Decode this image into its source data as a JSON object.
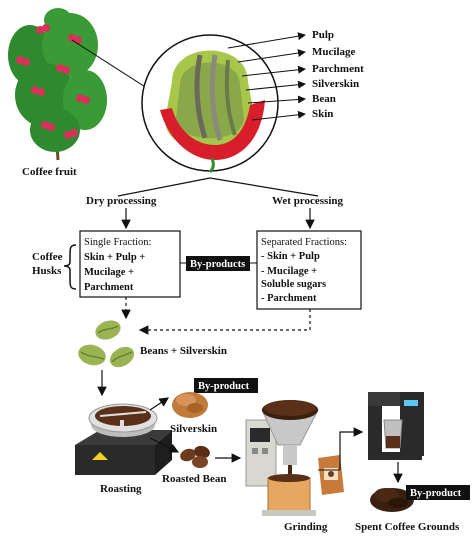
{
  "plant": {
    "label": "Coffee fruit"
  },
  "fruit_layers": [
    "Pulp",
    "Mucilage",
    "Parchment",
    "Silverskin",
    "Bean",
    "Skin"
  ],
  "processing": {
    "dry": "Dry processing",
    "wet": "Wet processing"
  },
  "single_fraction": {
    "title": "Single Fraction:",
    "lines": [
      "Skin + Pulp +",
      "Mucilage +",
      "Parchment"
    ]
  },
  "husks_label": [
    "Coffee",
    "Husks"
  ],
  "byproducts_tag": "By-products",
  "separated_fractions": {
    "title": "Separated Fractions:",
    "lines": [
      "- Skin + Pulp",
      "- Mucilage +",
      "Soluble sugars",
      "- Parchment"
    ]
  },
  "beans_label": "Beans + Silverskin",
  "byproduct_tag": "By-product",
  "silverskin_label": "Silverskin",
  "roasting_label": "Roasting",
  "roasted_bean_label": "Roasted Bean",
  "grinding_label": "Grinding",
  "spent_byproduct_tag": "By-product",
  "spent_label": "Spent Coffee Grounds",
  "colors": {
    "fruit_red": "#d81e2a",
    "pulp_green": "#a8c64a",
    "bean_green": "#8aa84a",
    "machine_dark": "#2a2a2a",
    "roast_brown": "#6b3a1f",
    "tag_bg": "#111111"
  }
}
